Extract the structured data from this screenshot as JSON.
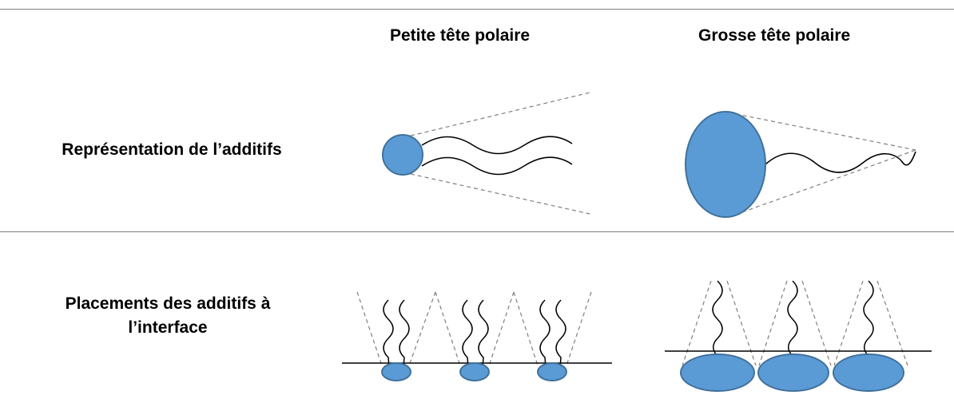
{
  "columns": {
    "small_head": "Petite tête polaire",
    "large_head": "Grosse tête polaire"
  },
  "rows": {
    "representation": "Représentation de l’additifs",
    "placement_line1": "Placements des additifs à",
    "placement_line2": "l’interface"
  },
  "colors": {
    "head_fill": "#5b9bd5",
    "head_stroke": "#41719c",
    "cone": "#7f7f7f",
    "rule": "#7f7f7f"
  }
}
